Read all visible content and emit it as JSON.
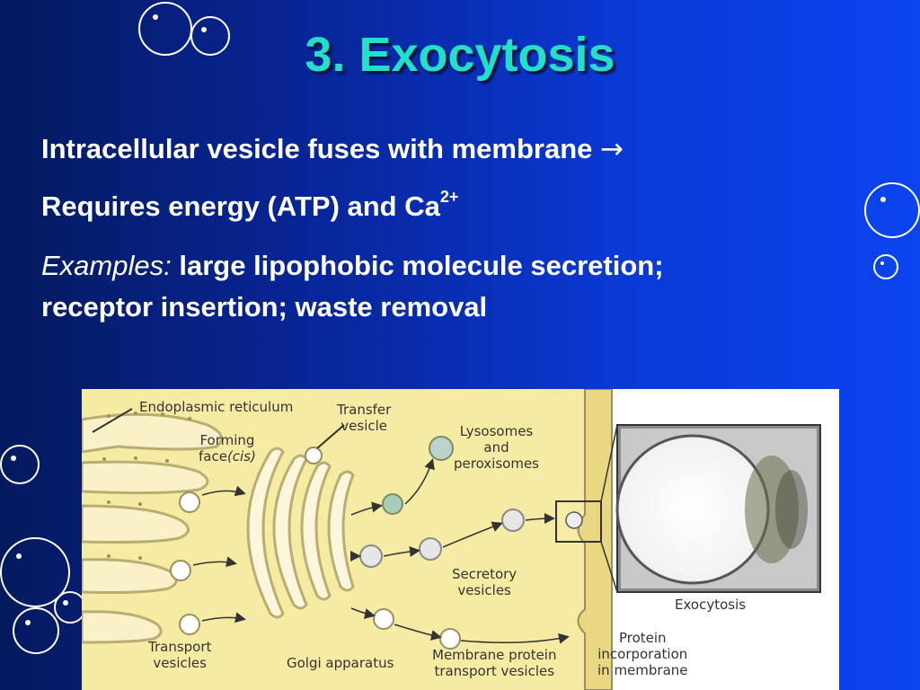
{
  "slide": {
    "title": "3.  Exocytosis",
    "line1": "Intracellular vesicle fuses with membrane",
    "line1_arrow": "→",
    "line2": "Requires energy (ATP) and Ca",
    "line2_sup": "2+",
    "line3_italic": "Examples:",
    "line3": "large lipophobic molecule secretion;",
    "line4": "receptor insertion; waste removal"
  },
  "diagram": {
    "labels": {
      "er": "Endoplasmic reticulum",
      "transfer1": "Transfer",
      "transfer2": "vesicle",
      "forming1": "Forming",
      "forming2": "face",
      "forming_cis": "(cis)",
      "lyso1": "Lysosomes",
      "lyso2": "and",
      "lyso3": "peroxisomes",
      "secretory1": "Secretory",
      "secretory2": "vesicles",
      "exocytosis": "Exocytosis",
      "protein1": "Protein",
      "protein2": "incorporation",
      "protein3": "in membrane",
      "transport1": "Transport",
      "transport2": "vesicles",
      "golgi": "Golgi apparatus",
      "membrane1": "Membrane protein",
      "membrane2": "transport vesicles"
    }
  }
}
